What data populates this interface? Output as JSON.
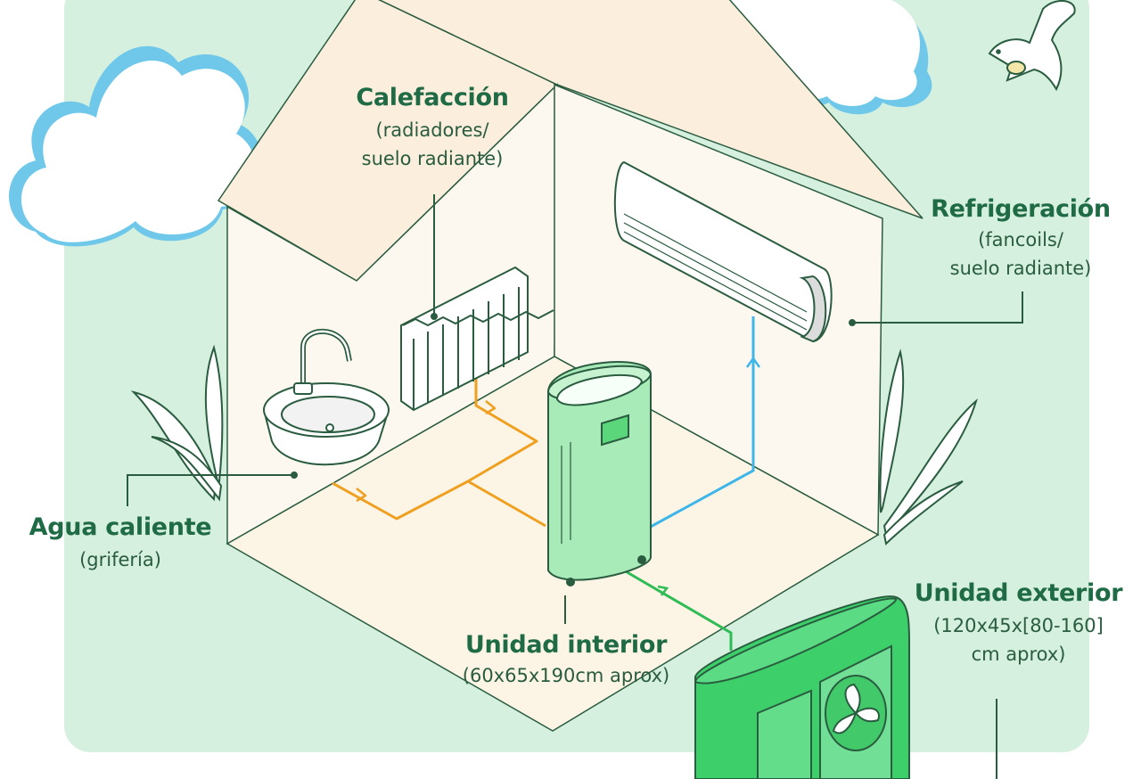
{
  "labels": {
    "calefaccion": {
      "title": "Calefacción",
      "line1": "(radiadores/",
      "line2": "suelo radiante)"
    },
    "refrigeracion": {
      "title": "Refrigeración",
      "line1": "(fancoils/",
      "line2": "suelo radiante)"
    },
    "agua_caliente": {
      "title": "Agua caliente",
      "line1": "(grifería)"
    },
    "unidad_interior": {
      "title": "Unidad interior",
      "line1": "(60x65x190cm aprox)"
    },
    "unidad_exterior": {
      "title": "Unidad exterior",
      "line1": "(120x45x[80-160]",
      "line2": "cm aprox)"
    }
  },
  "colors": {
    "background_green": "#d5f0de",
    "text_green": "#1f6b45",
    "hot_pipe_orange": "#f0a020",
    "cold_pipe_blue": "#3fb6e8",
    "unit_green": "#3dcf6a",
    "cloud_outline": "#6fc8ea"
  },
  "icons": [
    "cloud-icon",
    "bird-icon",
    "sink-icon",
    "radiator-icon",
    "air-conditioner-icon",
    "fan-icon",
    "plant-icon"
  ]
}
